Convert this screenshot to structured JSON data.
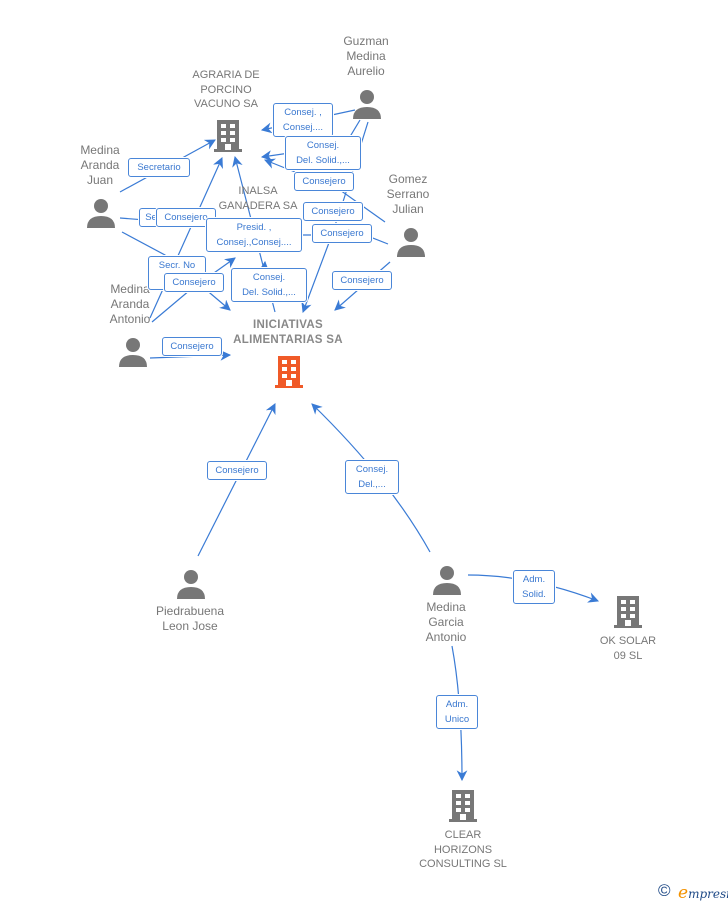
{
  "colors": {
    "edge": "#3a7bd5",
    "person": "#777777",
    "company": "#777777",
    "main_company": "#f05a28",
    "label_text": "#777777",
    "edge_label_text": "#3a78d0"
  },
  "nodes": [
    {
      "id": "agraria",
      "type": "company",
      "label": "AGRARIA DE\nPORCINO\nVACUNO SA"
    },
    {
      "id": "inalsa",
      "type": "company-text",
      "label": "INALSA\nGANADERA SA"
    },
    {
      "id": "iniciativas",
      "type": "main-company",
      "label": "INICIATIVAS\nALIMENTARIAS SA"
    },
    {
      "id": "guzman",
      "type": "person",
      "label": "Guzman\nMedina\nAurelio"
    },
    {
      "id": "medina-juan",
      "type": "person",
      "label": "Medina\nAranda\nJuan"
    },
    {
      "id": "gomez",
      "type": "person",
      "label": "Gomez\nSerrano\nJulian"
    },
    {
      "id": "medina-antonio",
      "type": "person",
      "label": "Medina\nAranda\nAntonio"
    },
    {
      "id": "piedrabuena",
      "type": "person",
      "label": "Piedrabuena\nLeon Jose"
    },
    {
      "id": "medina-garcia",
      "type": "person",
      "label": "Medina\nGarcia\nAntonio"
    },
    {
      "id": "oksolar",
      "type": "company",
      "label": "OK SOLAR\n09 SL"
    },
    {
      "id": "clear",
      "type": "company",
      "label": "CLEAR\nHORIZONS\nCONSULTING SL"
    }
  ],
  "edge_labels": [
    {
      "id": "e1",
      "text": "Consej. ,\nConsej...."
    },
    {
      "id": "e2",
      "text": "Consej.\nDel. Solid.,..."
    },
    {
      "id": "e3",
      "text": "Consejero"
    },
    {
      "id": "e4",
      "text": "Secretario"
    },
    {
      "id": "e5",
      "text": "Se"
    },
    {
      "id": "e6",
      "text": "Consejero"
    },
    {
      "id": "e7",
      "text": "Presid. ,\nConsej.,Consej...."
    },
    {
      "id": "e8",
      "text": "Consejero"
    },
    {
      "id": "e9",
      "text": "Consejero"
    },
    {
      "id": "e10",
      "text": "Secr.  No\nC..."
    },
    {
      "id": "e11",
      "text": "Consejero"
    },
    {
      "id": "e12",
      "text": "Consej.\nDel. Solid.,..."
    },
    {
      "id": "e13",
      "text": "Consejero"
    },
    {
      "id": "e14",
      "text": "Consejero"
    },
    {
      "id": "e15",
      "text": "Consejero"
    },
    {
      "id": "e16",
      "text": "Consej.\nDel.,..."
    },
    {
      "id": "e17",
      "text": "Adm.\nSolid."
    },
    {
      "id": "e18",
      "text": "Adm.\nUnico"
    }
  ],
  "footer": {
    "copyright": "©",
    "brand_initial": "e",
    "brand_rest": "mpresia"
  }
}
